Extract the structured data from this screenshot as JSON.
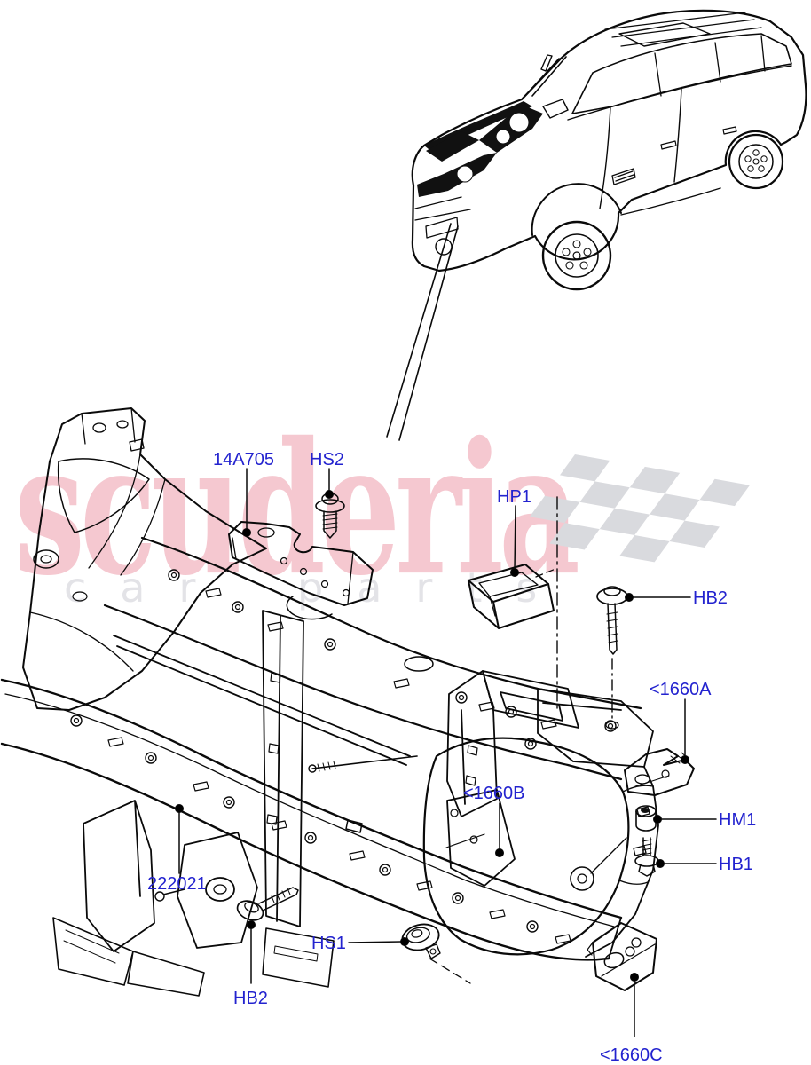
{
  "watermark": {
    "brand_text": "scuderia",
    "tagline_text": "car parts",
    "brand_color": "#f5c8d0",
    "tagline_color": "#e3e3e7",
    "flag_color": "#d9dade"
  },
  "style": {
    "label_color": "#2323cf",
    "line_color": "#0a0a0a",
    "background": "#ffffff"
  },
  "callouts": {
    "bracket_14a705": "14A705",
    "screw_hs2": "HS2",
    "pad_hp1": "HP1",
    "bolt_hb2_upper": "HB2",
    "bracket_1660a": "<1660A",
    "nut_hm1": "HM1",
    "bolt_hb1": "HB1",
    "plate_1660b": "<1660B",
    "panel_222021": "222021",
    "screw_hs1": "HS1",
    "bolt_hb2_lower": "HB2",
    "plate_1660c": "<1660C"
  }
}
